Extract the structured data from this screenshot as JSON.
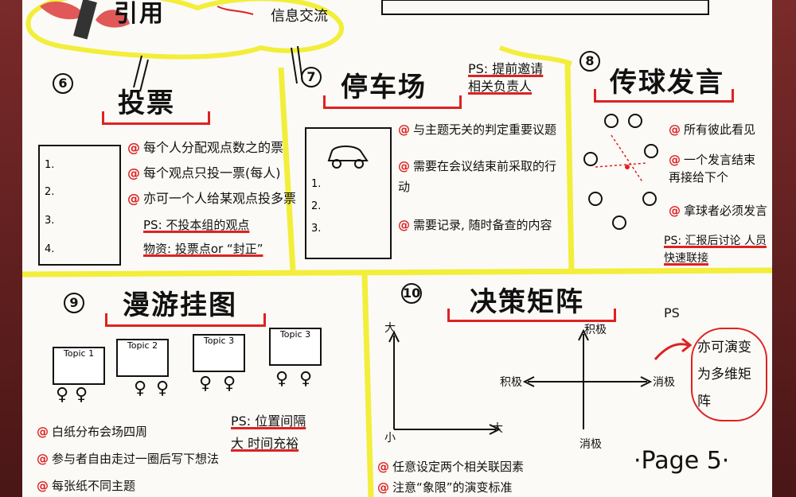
{
  "header": {
    "partial_title": "引用",
    "subtitle": "信息交流"
  },
  "sections": {
    "vote": {
      "number": "6",
      "title": "投票",
      "bullets": [
        "每个人分配观点数之的票",
        "每个观点只投一票(每人)",
        "亦可一个人给某观点投多票"
      ],
      "list_items": [
        "1.",
        "2.",
        "3.",
        "4."
      ],
      "ps_label": "PS: 不投本组的观点",
      "ps_note": "物资: 投票点or “封正”"
    },
    "parking": {
      "number": "7",
      "title": "停车场",
      "ps_text": "PS: 提前邀请 相关负责人",
      "list_items": [
        "1.",
        "2.",
        "3."
      ],
      "bullets": [
        "与主题无关的判定重要议题",
        "需要在会议结束前采取的行动",
        "需要记录, 随时备查的内容"
      ]
    },
    "passball": {
      "number": "8",
      "title": "传球发言",
      "bullets": [
        "所有彼此看见",
        "一个发言结束 再接给下个",
        "拿球者必须发言"
      ],
      "ps_text": "PS: 汇报后讨论 人员快速联接"
    },
    "gallery": {
      "number": "9",
      "title": "漫游挂图",
      "topics": [
        "Topic 1",
        "Topic 2",
        "Topic 3",
        "Topic 3"
      ],
      "bullets": [
        "白纸分布会场四周",
        "参与者自由走过一圈后写下想法",
        "每张纸不同主题"
      ],
      "ps_text": "PS: 位置间隔大 时间充裕"
    },
    "matrix": {
      "number": "10",
      "title": "决策矩阵",
      "axis_left": {
        "top": "大",
        "bottom": "小",
        "right": "大"
      },
      "axis_right": {
        "top": "积极",
        "bottom": "消极",
        "left": "积极",
        "right": "消极"
      },
      "ps_label": "PS",
      "ps_note": "亦可演变为多维矩阵",
      "bullets": [
        "任意设定两个相关联因素",
        "注意“象限”的演变标准"
      ]
    }
  },
  "page": {
    "label": "·Page 5·"
  },
  "colors": {
    "accent": "#dd2222",
    "highlight": "#f2ee3a",
    "background": "#fbfaf6",
    "frame": "#6b2424"
  }
}
